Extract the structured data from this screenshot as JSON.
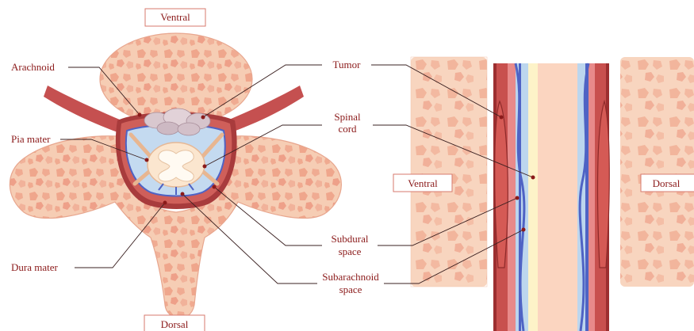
{
  "orientation": {
    "ventral_top": "Ventral",
    "dorsal_bottom": "Dorsal",
    "ventral_side": "Ventral",
    "dorsal_side": "Dorsal"
  },
  "labels": {
    "arachnoid": "Arachnoid",
    "pia_mater": "Pia mater",
    "dura_mater": "Dura mater",
    "tumor": "Tumor",
    "spinal_cord_1": "Spinal",
    "spinal_cord_2": "cord",
    "subdural_1": "Subdural",
    "subdural_2": "space",
    "subarachnoid_1": "Subarachnoid",
    "subarachnoid_2": "space"
  },
  "colors": {
    "bone": "#f6cdb4",
    "bone_spot": "#ef9f86",
    "dura": "#c8504e",
    "dura_dark": "#9c2f30",
    "csf": "#bcd6ee",
    "pia": "#4f63c4",
    "cord": "#fbe6cf",
    "label_text": "#8b1a1a",
    "label_border": "#d77a6e"
  }
}
